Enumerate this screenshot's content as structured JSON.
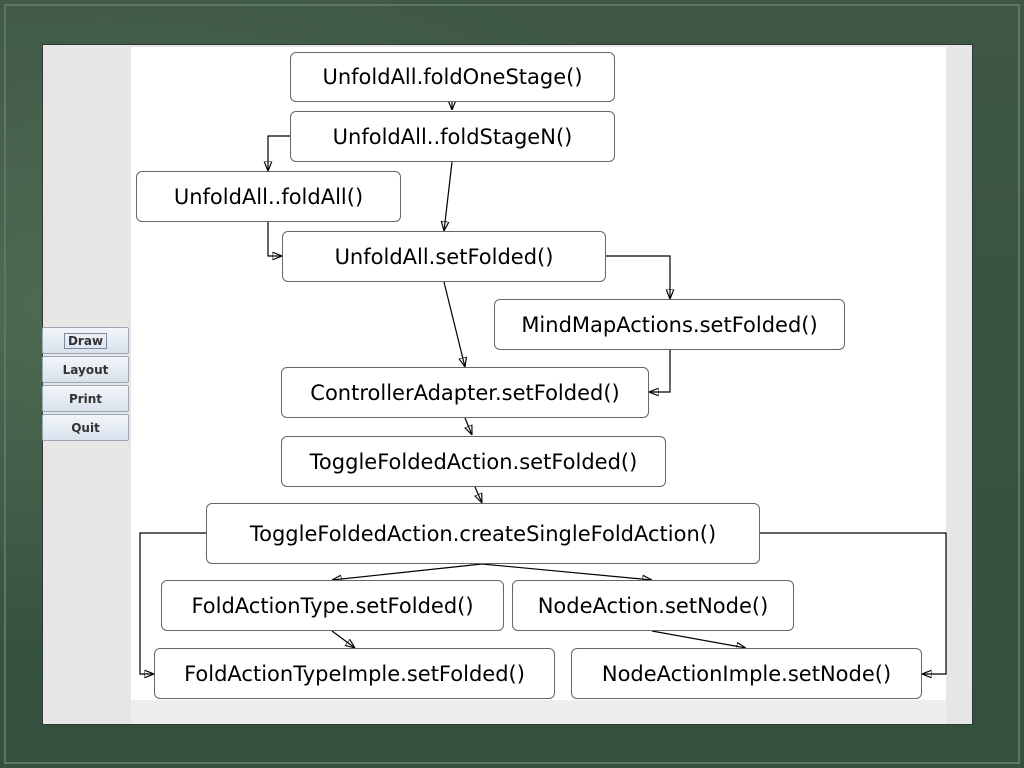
{
  "toolbar": {
    "buttons": [
      {
        "label": "Draw",
        "active": true
      },
      {
        "label": "Layout",
        "active": false
      },
      {
        "label": "Print",
        "active": false
      },
      {
        "label": "Quit",
        "active": false
      }
    ]
  },
  "diagram": {
    "nodes": {
      "fold_one_stage": "UnfoldAll.foldOneStage()",
      "fold_stage_n": "UnfoldAll..foldStageN()",
      "fold_all": "UnfoldAll..foldAll()",
      "set_folded": "UnfoldAll.setFolded()",
      "mindmap_set_folded": "MindMapActions.setFolded()",
      "controller_set_folded": "ControllerAdapter.setFolded()",
      "toggle_set_folded": "ToggleFoldedAction.setFolded()",
      "create_single_fold_action": "ToggleFoldedAction.createSingleFoldAction()",
      "fold_action_type_set_folded": "FoldActionType.setFolded()",
      "node_action_set_node": "NodeAction.setNode()",
      "fold_action_type_imple_set_folded": "FoldActionTypeImple.setFolded()",
      "node_action_imple_set_node": "NodeActionImple.setNode()"
    }
  }
}
